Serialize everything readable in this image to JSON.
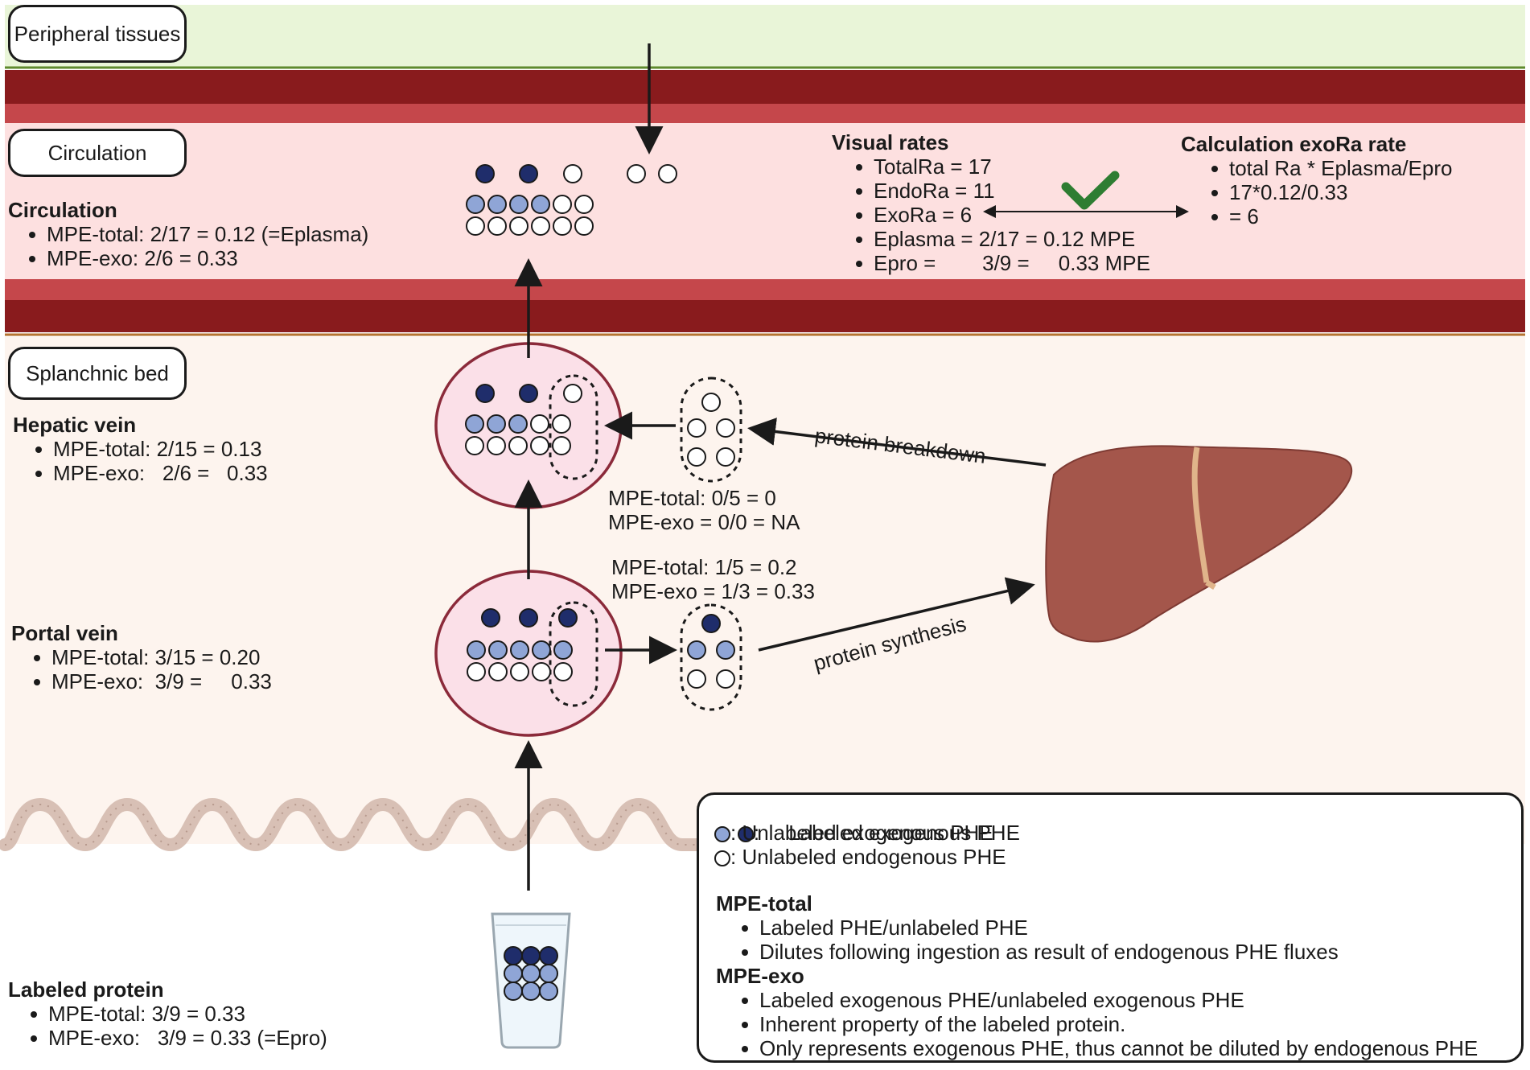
{
  "zones": {
    "peripheral": "Peripheral tissues",
    "circulation": "Circulation",
    "splanchnic": "Splanchnic bed"
  },
  "colors": {
    "labeled_exo": "#1f2d6b",
    "unlabeled_exo": "#8fa5d6",
    "endogenous": "#ffffff",
    "vessel_dark": "#891b1d",
    "vessel_light": "#c5474b",
    "circulation_bg": "#fde0e0",
    "peripheral_bg": "#e9f5d8",
    "splanchnic_bg": "#fdf4ee",
    "liver": "#a4564b",
    "check": "#2e7d32"
  },
  "circulation_info": {
    "title": "Circulation",
    "items": [
      "MPE-total: 2/17 = 0.12 (=Eplasma)",
      "MPE-exo:   2/6 =   0.33"
    ]
  },
  "visual_rates": {
    "title": "Visual rates",
    "items": [
      "TotalRa = 17",
      "EndoRa = 11",
      "ExoRa = 6",
      "Eplasma = 2/17 = 0.12 MPE",
      "Epro =        3/9 =     0.33 MPE"
    ]
  },
  "calc_exora": {
    "title": "Calculation exoRa rate",
    "items": [
      "total Ra * Eplasma/Epro",
      "17*0.12/0.33",
      "= 6"
    ]
  },
  "hepatic_vein": {
    "title": "Hepatic vein",
    "items": [
      "MPE-total: 2/15 = 0.13",
      "MPE-exo:   2/6 =   0.33"
    ]
  },
  "portal_vein": {
    "title": "Portal vein",
    "items": [
      "MPE-total: 3/15 = 0.20",
      "MPE-exo:  3/9 =     0.33"
    ]
  },
  "labeled_protein": {
    "title": "Labeled protein",
    "items": [
      "MPE-total: 3/9 = 0.33",
      "MPE-exo:   3/9 = 0.33 (=Epro)"
    ]
  },
  "breakdown_pool": {
    "line1": "MPE-total: 0/5 = 0",
    "line2": "MPE-exo = 0/0 = NA"
  },
  "synthesis_pool": {
    "line1": "MPE-total: 1/5 = 0.2",
    "line2": "MPE-exo = 1/3 = 0.33"
  },
  "arrows": {
    "breakdown": "protein breakdown",
    "synthesis": "protein synthesis"
  },
  "legend": {
    "labeled_exo": ":     Labeled exogenous PHE",
    "unlabeled_exo": ": Unlabeled exogenous PHE",
    "endogenous": ": Unlabeled endogenous PHE",
    "mpe_total_title": "MPE-total",
    "mpe_total_items": [
      "Labeled PHE/unlabeled PHE",
      "Dilutes following ingestion as result of endogenous PHE fluxes"
    ],
    "mpe_exo_title": "MPE-exo",
    "mpe_exo_items": [
      "Labeled exogenous PHE/unlabeled exogenous PHE",
      "Inherent property of the labeled protein.",
      "Only represents exogenous PHE, thus cannot be diluted by endogenous PHE"
    ]
  }
}
